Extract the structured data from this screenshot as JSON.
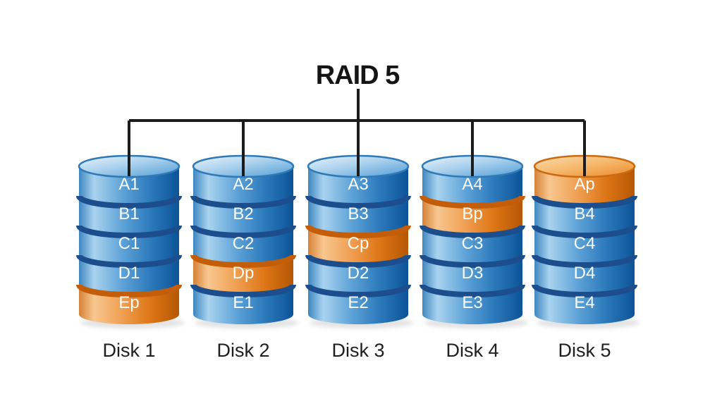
{
  "title": "RAID 5",
  "colors": {
    "data_block": "#2b79bb",
    "parity_block": "#e07818",
    "groove_data": "#1c4d8d",
    "groove_parity": "#c45d08",
    "connector_line": "#1b1b1b",
    "segment_text": "#ffffff",
    "label_text": "#1e1e1e",
    "background": "#ffffff"
  },
  "disks": [
    {
      "name": "Disk 1",
      "segments": [
        {
          "label": "A1",
          "type": "data"
        },
        {
          "label": "B1",
          "type": "data"
        },
        {
          "label": "C1",
          "type": "data"
        },
        {
          "label": "D1",
          "type": "data"
        },
        {
          "label": "Ep",
          "type": "parity"
        }
      ]
    },
    {
      "name": "Disk 2",
      "segments": [
        {
          "label": "A2",
          "type": "data"
        },
        {
          "label": "B2",
          "type": "data"
        },
        {
          "label": "C2",
          "type": "data"
        },
        {
          "label": "Dp",
          "type": "parity"
        },
        {
          "label": "E1",
          "type": "data"
        }
      ]
    },
    {
      "name": "Disk 3",
      "segments": [
        {
          "label": "A3",
          "type": "data"
        },
        {
          "label": "B3",
          "type": "data"
        },
        {
          "label": "Cp",
          "type": "parity"
        },
        {
          "label": "D2",
          "type": "data"
        },
        {
          "label": "E2",
          "type": "data"
        }
      ]
    },
    {
      "name": "Disk 4",
      "segments": [
        {
          "label": "A4",
          "type": "data"
        },
        {
          "label": "Bp",
          "type": "parity"
        },
        {
          "label": "C3",
          "type": "data"
        },
        {
          "label": "D3",
          "type": "data"
        },
        {
          "label": "E3",
          "type": "data"
        }
      ]
    },
    {
      "name": "Disk 5",
      "segments": [
        {
          "label": "Ap",
          "type": "parity"
        },
        {
          "label": "B4",
          "type": "data"
        },
        {
          "label": "C4",
          "type": "data"
        },
        {
          "label": "D4",
          "type": "data"
        },
        {
          "label": "E4",
          "type": "data"
        }
      ]
    }
  ]
}
